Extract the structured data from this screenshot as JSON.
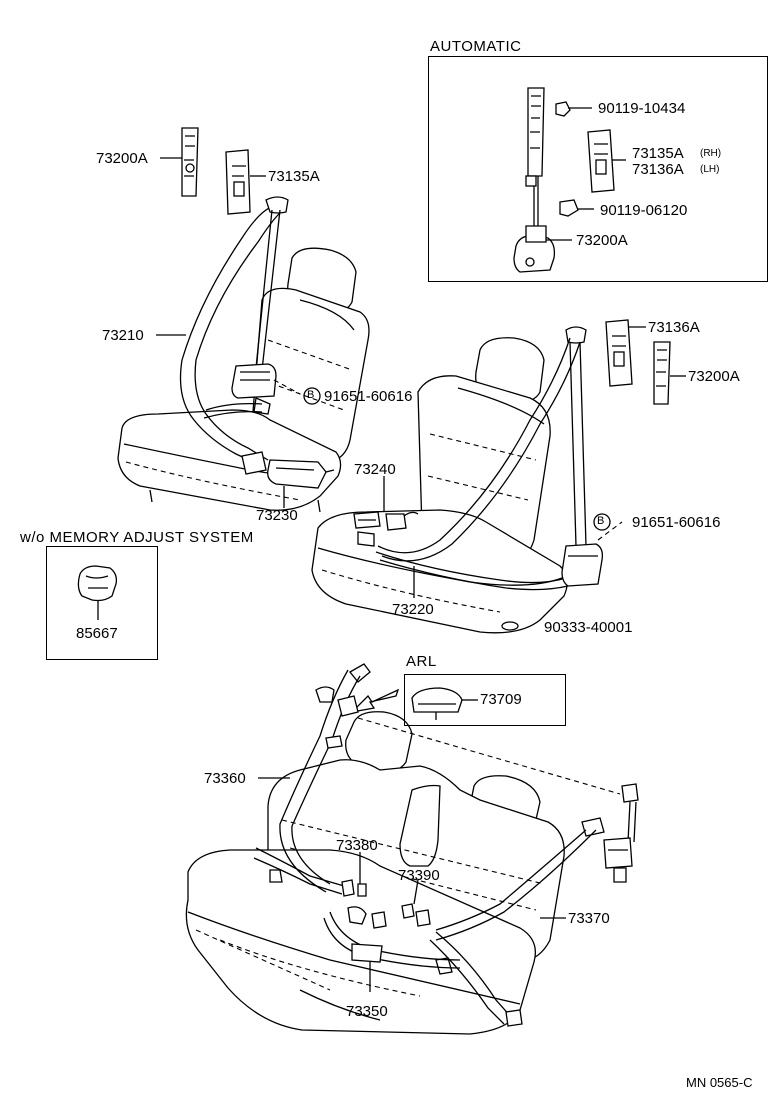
{
  "boxes": {
    "automatic": "AUTOMATIC",
    "memory": "w/o MEMORY  ADJUST  SYSTEM",
    "arl": "ARL"
  },
  "parts": {
    "p73200A_left": "73200A",
    "p73135A_left": "73135A",
    "p73210": "73210",
    "p91651_left": "91651-60616",
    "p73230": "73230",
    "p73240": "73240",
    "p73220": "73220",
    "p85667": "85667",
    "p90119_10434": "90119-10434",
    "p73135A_auto": "73135A",
    "p73136A_auto": "73136A",
    "rh": "(RH)",
    "lh": "(LH)",
    "p90119_06120": "90119-06120",
    "p73200A_auto": "73200A",
    "p73136A_right": "73136A",
    "p73200A_right": "73200A",
    "p91651_right": "91651-60616",
    "p90333": "90333-40001",
    "p73709": "73709",
    "p73360": "73360",
    "p73380": "73380",
    "p73390": "73390",
    "p73370": "73370",
    "p73350": "73350"
  },
  "bolt_marker": "B",
  "footer": {
    "code": "MN 0565-C"
  }
}
